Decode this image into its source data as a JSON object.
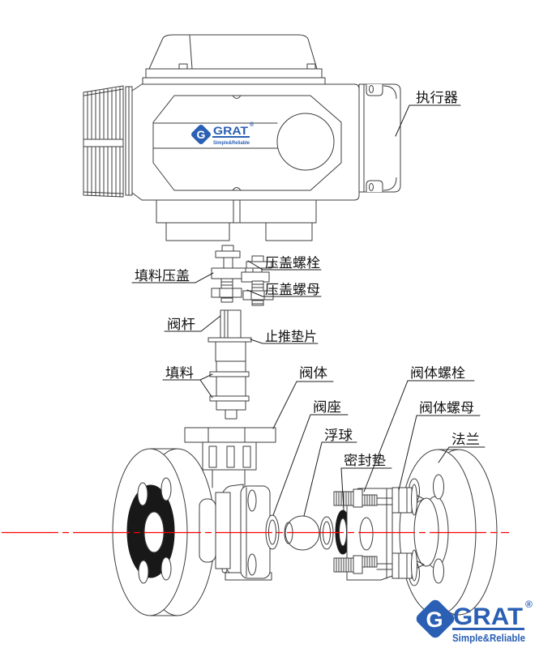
{
  "labels": {
    "actuator": "执行器",
    "gland_bolt": "压盖螺栓",
    "packing_gland": "填料压盖",
    "gland_nut": "压盖螺母",
    "stem": "阀杆",
    "thrust_washer": "止推垫片",
    "packing": "填料",
    "valve_body": "阀体",
    "valve_seat": "阀座",
    "floating_ball": "浮球",
    "seal_gasket": "密封垫",
    "body_bolt": "阀体螺栓",
    "body_nut": "阀体螺母",
    "flange": "法兰"
  },
  "logo": {
    "brand": "GRAT",
    "registered": "®",
    "tagline": "Simple&Reliable",
    "monogram": "G",
    "blue": "#2a5fb4"
  },
  "colors": {
    "line": "#3c3c3c",
    "centerline": "#ff0000",
    "label_text": "#111111"
  }
}
